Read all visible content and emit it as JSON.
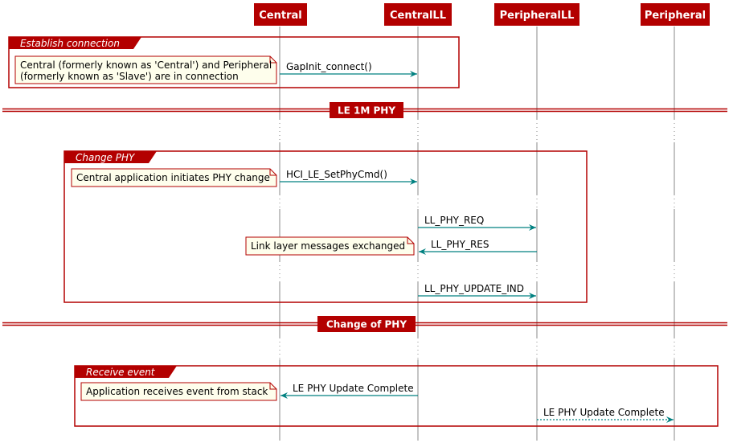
{
  "colors": {
    "frame": "#b30000",
    "participant_fill": "#b30000",
    "participant_text": "#ffffff",
    "lifeline": "#888888",
    "arrow": "#008080",
    "note_fill": "#fefeec",
    "note_border": "#b30000",
    "text": "#000000"
  },
  "participants": [
    {
      "id": "central",
      "label": "Central"
    },
    {
      "id": "centralll",
      "label": "CentralLL"
    },
    {
      "id": "peripheralll",
      "label": "PeripheralLL"
    },
    {
      "id": "peripheral",
      "label": "Peripheral"
    }
  ],
  "groups": [
    {
      "id": "establish",
      "label": "Establish connection"
    },
    {
      "id": "changephy",
      "label": "Change PHY"
    },
    {
      "id": "receive",
      "label": "Receive event"
    }
  ],
  "dividers": [
    {
      "id": "le1m",
      "label": "LE 1M PHY"
    },
    {
      "id": "changeofphy",
      "label": "Change of PHY"
    }
  ],
  "messages": [
    {
      "id": "m1",
      "from": "central",
      "to": "centralll",
      "label": "GapInit_connect()",
      "style": "solid"
    },
    {
      "id": "m2",
      "from": "central",
      "to": "centralll",
      "label": "HCI_LE_SetPhyCmd()",
      "style": "solid"
    },
    {
      "id": "m3",
      "from": "centralll",
      "to": "peripheralll",
      "label": "LL_PHY_REQ",
      "style": "solid"
    },
    {
      "id": "m4",
      "from": "peripheralll",
      "to": "centralll",
      "label": "LL_PHY_RES",
      "style": "solid"
    },
    {
      "id": "m5",
      "from": "centralll",
      "to": "peripheralll",
      "label": "LL_PHY_UPDATE_IND",
      "style": "solid"
    },
    {
      "id": "m6",
      "from": "centralll",
      "to": "central",
      "label": "LE PHY Update Complete",
      "style": "solid"
    },
    {
      "id": "m7",
      "from": "peripheralll",
      "to": "peripheral",
      "label": "LE PHY Update Complete",
      "style": "dotted"
    }
  ],
  "notes": [
    {
      "id": "n1",
      "lines": [
        "Central (formerly known as 'Central') and Peripheral",
        "(formerly known as 'Slave') are in connection"
      ]
    },
    {
      "id": "n2",
      "lines": [
        "Central application initiates PHY change"
      ]
    },
    {
      "id": "n3",
      "lines": [
        "Link layer messages exchanged"
      ]
    },
    {
      "id": "n4",
      "lines": [
        "Application receives event from stack"
      ]
    }
  ]
}
